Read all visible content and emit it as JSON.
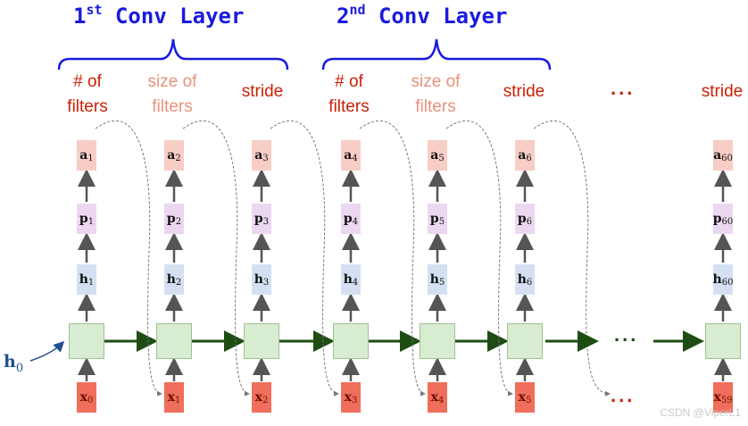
{
  "titles": {
    "layer1": {
      "num": "1",
      "sup": "st",
      "rest": " Conv Layer"
    },
    "layer2": {
      "num": "2",
      "sup": "nd",
      "rest": " Conv Layer"
    }
  },
  "labels": {
    "num_filters": "# of filters",
    "size_filters": "size of filters",
    "stride": "stride"
  },
  "ellipsis": "...",
  "h0": {
    "base": "h",
    "sub": "0"
  },
  "columns": [
    {
      "a": "1",
      "p": "1",
      "h": "1",
      "x": "0"
    },
    {
      "a": "2",
      "p": "2",
      "h": "2",
      "x": "1"
    },
    {
      "a": "3",
      "p": "3",
      "h": "3",
      "x": "2"
    },
    {
      "a": "4",
      "p": "4",
      "h": "4",
      "x": "3"
    },
    {
      "a": "5",
      "p": "5",
      "h": "5",
      "x": "4"
    },
    {
      "a": "6",
      "p": "6",
      "h": "6",
      "x": "5"
    },
    {
      "a": "60",
      "p": "60",
      "h": "60",
      "x": "59"
    }
  ],
  "colors": {
    "title": "#1a1adf",
    "label_red": "#cc1f05",
    "label_pink": "#e8927b",
    "arrow_green": "#1e4d14"
  },
  "watermark": "CSDN @ViperL1"
}
